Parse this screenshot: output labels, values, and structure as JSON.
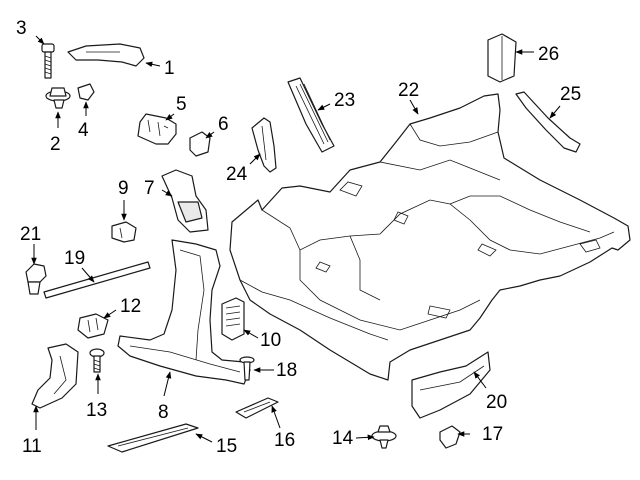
{
  "callouts": {
    "p1": "1",
    "p2": "2",
    "p3": "3",
    "p4": "4",
    "p5": "5",
    "p6": "6",
    "p7": "7",
    "p8": "8",
    "p9": "9",
    "p10": "10",
    "p11": "11",
    "p12": "12",
    "p13": "13",
    "p14": "14",
    "p15": "15",
    "p16": "16",
    "p17": "17",
    "p18": "18",
    "p19": "19",
    "p20": "20",
    "p21": "21",
    "p22": "22",
    "p23": "23",
    "p24": "24",
    "p25": "25",
    "p26": "26"
  }
}
